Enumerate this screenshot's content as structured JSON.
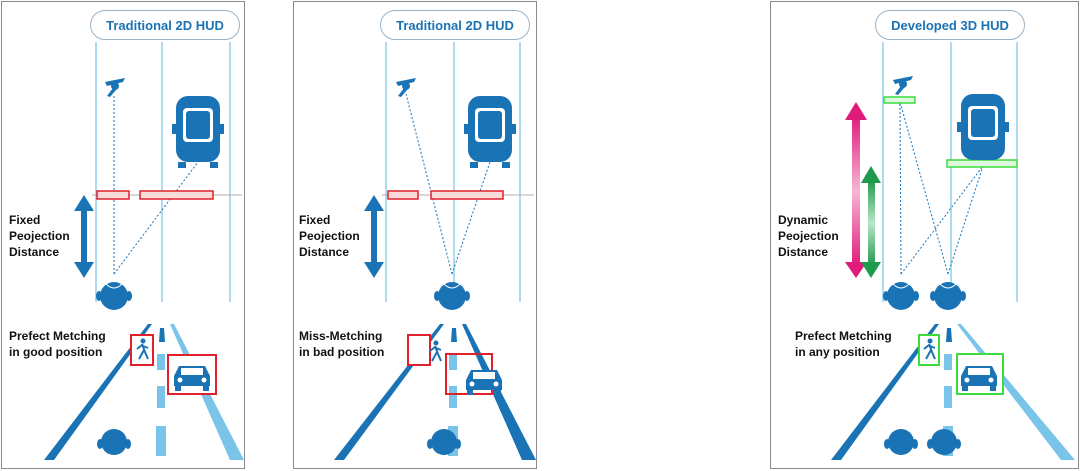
{
  "panels": [
    {
      "title": "Traditional 2D HUD",
      "distance_label": [
        "Fixed",
        "Peojection",
        "Distance"
      ],
      "matching_label": [
        "Prefect Metching",
        "in good position"
      ]
    },
    {
      "title": "Traditional 2D HUD",
      "distance_label": [
        "Fixed",
        "Peojection",
        "Distance"
      ],
      "matching_label": [
        "Miss-Metching",
        "in bad position"
      ]
    },
    {
      "title": "Developed 3D HUD",
      "distance_label": [
        "Dynamic",
        "Peojection",
        "Distance"
      ],
      "matching_label": [
        "Prefect Metching",
        "in any position"
      ]
    }
  ],
  "colors": {
    "primary_blue": "#1a73b5",
    "lane_blue": "#79c4e8",
    "mismatch_red": "#e0202a",
    "match_green": "#3ddc3d",
    "arrow_magenta": "#e01b7c",
    "arrow_green": "#1e9a4c"
  },
  "icons": [
    "pedestrian-icon",
    "car-icon",
    "driver-head-icon"
  ]
}
